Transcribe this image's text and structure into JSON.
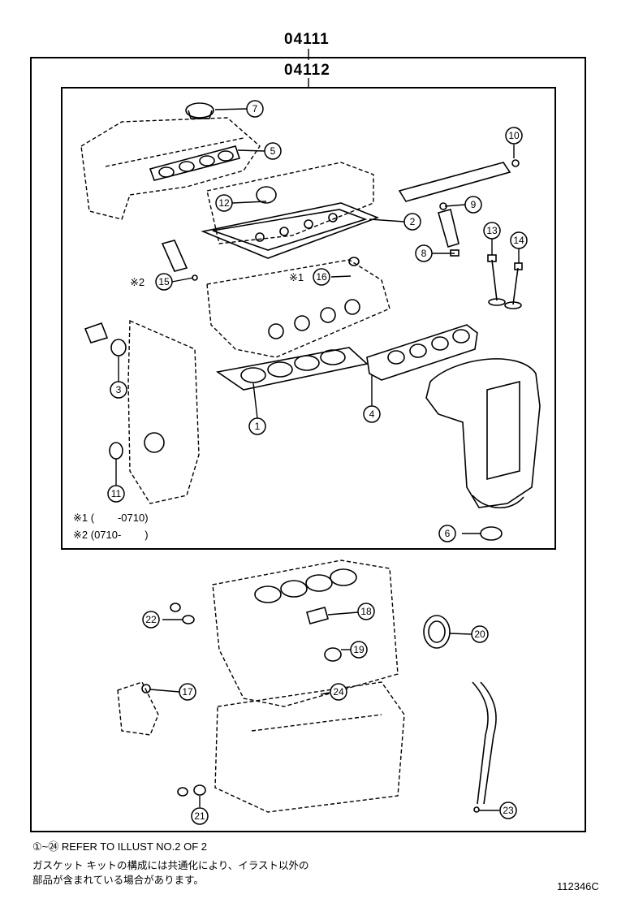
{
  "diagram": {
    "kit_outer_code": "04111",
    "kit_inner_code": "04112",
    "callouts": [
      {
        "id": "c1",
        "label": "1"
      },
      {
        "id": "c2",
        "label": "2"
      },
      {
        "id": "c3",
        "label": "3"
      },
      {
        "id": "c4",
        "label": "4"
      },
      {
        "id": "c5",
        "label": "5"
      },
      {
        "id": "c6",
        "label": "6"
      },
      {
        "id": "c7",
        "label": "7"
      },
      {
        "id": "c8",
        "label": "8"
      },
      {
        "id": "c9",
        "label": "9"
      },
      {
        "id": "c10",
        "label": "10"
      },
      {
        "id": "c11",
        "label": "11"
      },
      {
        "id": "c12",
        "label": "12"
      },
      {
        "id": "c13",
        "label": "13"
      },
      {
        "id": "c14",
        "label": "14"
      },
      {
        "id": "c15",
        "label": "15"
      },
      {
        "id": "c16",
        "label": "16"
      },
      {
        "id": "c17",
        "label": "17"
      },
      {
        "id": "c18",
        "label": "18"
      },
      {
        "id": "c19",
        "label": "19"
      },
      {
        "id": "c20",
        "label": "20"
      },
      {
        "id": "c21",
        "label": "21"
      },
      {
        "id": "c22",
        "label": "22"
      },
      {
        "id": "c23",
        "label": "23"
      },
      {
        "id": "c24",
        "label": "24"
      }
    ],
    "mark_15": "※2",
    "mark_16": "※1",
    "inner_notes": [
      "※1 (        -0710)",
      "※2 (0710-        )"
    ],
    "footer_refer": "①~㉔ REFER TO ILLUST NO.2 OF 2",
    "footer_jp_line1": "ガスケット キットの構成には共通化により、イラスト以外の",
    "footer_jp_line2": "部品が含まれている場合があります。",
    "illustration_code": "112346C"
  }
}
